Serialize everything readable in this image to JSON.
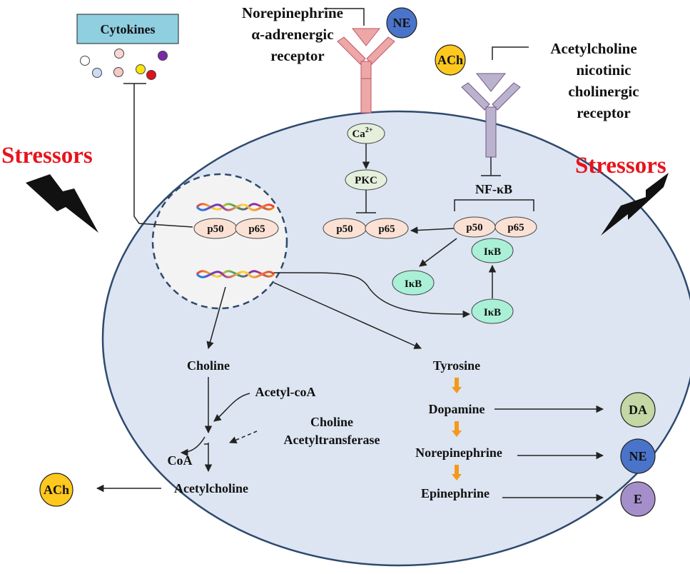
{
  "labels": {
    "cytokines": "Cytokines",
    "norepinephrine_receptor": [
      "Norepinephrine",
      "α-adrenergic",
      "receptor"
    ],
    "acetylcholine_receptor": [
      "Acetylcholine",
      "nicotinic",
      "cholinergic",
      "receptor"
    ],
    "stressors_left": "Stressors",
    "stressors_right": "Stressors",
    "ca": "Ca",
    "ca_sup": "2+",
    "pkc": "PKC",
    "nfkb": "NF-κB",
    "p50": "p50",
    "p65": "p65",
    "ikb": "IκB",
    "choline": "Choline",
    "acetyl_coa": "Acetyl-coA",
    "choline_acetyltransferase": [
      "Choline",
      "Acetyltransferase"
    ],
    "coa": "CoA",
    "acetylcholine": "Acetylcholine",
    "tyrosine": "Tyrosine",
    "dopamine": "Dopamine",
    "norepinephrine": "Norepinephrine",
    "epinephrine": "Epinephrine"
  },
  "badges": {
    "ne": "NE",
    "ach": "ACh",
    "da": "DA",
    "e": "E"
  },
  "colors": {
    "cell_fill": "#dde5f2",
    "cell_stroke": "#2e4a6e",
    "nucleus_fill": "#f3f3f3",
    "cytokines_box": "#8fcfe0",
    "ne_badge": "#4a74c9",
    "ach_badge": "#ffc81e",
    "da_badge": "#c3d8a4",
    "e_badge": "#a58fcb",
    "ikb": "#a9f0d6",
    "p_subunit": "#fbe1d4",
    "small_node": "#e4f0dc",
    "adrenergic_receptor": "#eea7a7",
    "cholinergic_receptor": "#b9b3ce",
    "stressors": "#e8131b",
    "pathway_arrow": "#f39a1a"
  },
  "cytokine_dot_colors": [
    "#ffffff",
    "#f7d7cf",
    "#7a2aa6",
    "#c9dcf3",
    "#f4c9c6",
    "#f8e60a",
    "#e0121a"
  ]
}
